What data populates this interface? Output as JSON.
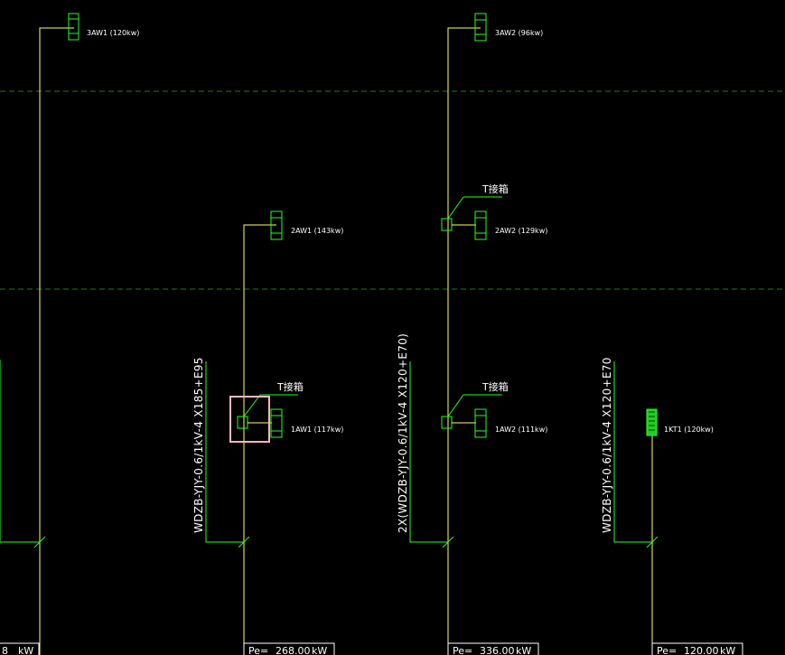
{
  "devices": {
    "d3aw1": "3AW1 (120kw)",
    "d3aw2": "3AW2 (96kw)",
    "d2aw1": "2AW1 (143kw)",
    "d2aw2": "2AW2 (129kw)",
    "d1aw1": "1AW1 (117kw)",
    "d1aw2": "1AW2 (111kw)",
    "d1kt1": "1KT1 (120kw)"
  },
  "tap_label": "T接箱",
  "cables": {
    "c1": "WDZB-YJY-0.6/1kV-4 X185+E95",
    "c2": "2X(WDZB-YJY-0.6/1kV-4 X120+E70)",
    "c3": "WDZB-YJY-0.6/1kV-4 X120+E70"
  },
  "pe_boxes": {
    "left_partial": {
      "value": "8",
      "unit": "kW"
    },
    "col1": {
      "prefix": "Pe=",
      "value": "268.00",
      "unit": "kW"
    },
    "col2": {
      "prefix": "Pe=",
      "value": "336.00",
      "unit": "kW"
    },
    "col3": {
      "prefix": "Pe=",
      "value": "120.00",
      "unit": "kW"
    }
  },
  "colors": {
    "background": "#000000",
    "riser": "#ffff66",
    "equipment": "#22ff22",
    "floor_line": "#1f7a1f",
    "selection": "#ffb6c1",
    "text": "#ffffff"
  }
}
